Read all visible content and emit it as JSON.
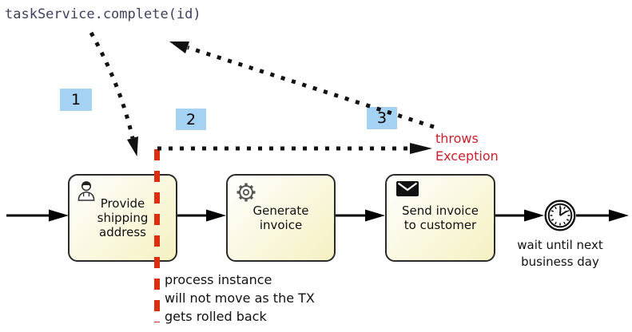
{
  "colors": {
    "badge_bg": "#a5d2f3",
    "red_text": "#cc1f2f",
    "red_dash": "#dd2e10",
    "code_text": "#3f3f5f",
    "task_fill_start": "#ffffff",
    "task_fill_end": "#f5f1c2",
    "task_border": "#2b2b2b"
  },
  "code_call": {
    "label": "taskService.complete(id)"
  },
  "badges": [
    {
      "label": "1"
    },
    {
      "label": "2"
    },
    {
      "label": "3"
    }
  ],
  "throws": {
    "line1": "throws",
    "line2": "Exception"
  },
  "tasks": [
    {
      "icon": "user-icon",
      "lines": [
        "Provide",
        "shipping",
        "address"
      ]
    },
    {
      "icon": "gear-icon",
      "lines": [
        "Generate",
        "invoice"
      ]
    },
    {
      "icon": "envelope-icon",
      "lines": [
        "Send invoice",
        "to customer"
      ]
    }
  ],
  "timer": {
    "line1": "wait until next",
    "line2": "business day"
  },
  "note": {
    "line1": "process instance",
    "line2": "will not move as the TX",
    "line3": "gets rolled back"
  }
}
